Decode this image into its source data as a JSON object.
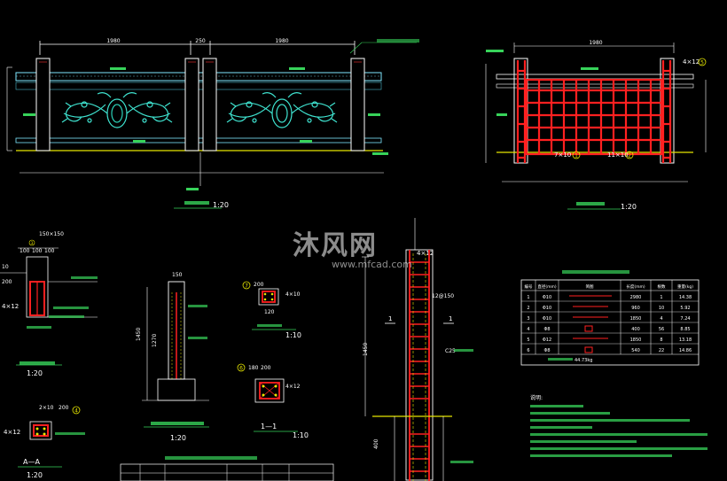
{
  "elevation": {
    "title_scale": "1:20",
    "dim_left": "1980",
    "dim_mid": "250",
    "dim_right": "1980"
  },
  "grid_elevation": {
    "dim_top": "1980",
    "scale": "1:20",
    "label_4x12": "4×12",
    "label_7x10": "7×10",
    "label_11x10": "11×10",
    "circle_5": "5",
    "circle_1": "1",
    "circle_2": "2"
  },
  "left_details": {
    "dims_top": "150×150",
    "dim_100a": "100",
    "dim_100b": "100",
    "dim_100c": "100",
    "label_10": "10",
    "label_200": "200",
    "label_4x12": "4×12",
    "scale": "1:20",
    "aa_title": "A—A",
    "aa_scale": "1:20",
    "aa_dim": "2×10",
    "aa_200": "200",
    "aa_4x12": "4×12",
    "circle_3": "3",
    "circle_4": "4"
  },
  "post_detail": {
    "dim_150": "150",
    "dim_1450": "1450",
    "dim_1270": "1270",
    "scale": "1:20"
  },
  "small_sections": {
    "top_label": "4×10",
    "dim_200": "200",
    "dim_120": "120",
    "scale_1": "1:10",
    "bottom_label": "4×12",
    "dim_180": "180",
    "dim_200b": "200",
    "section_name": "1—1",
    "scale_2": "1:10",
    "circle_6": "6",
    "circle_7": "7"
  },
  "column_detail": {
    "top_label": "4×12",
    "mid_label": "12@150",
    "label_c25": "C25",
    "mark_1a": "1",
    "mark_1b": "1",
    "dim_side": "1450",
    "dim_bottom": "400"
  },
  "watermark": {
    "main": "沐风网",
    "sub": "www.mfcad.com"
  },
  "table": {
    "headers": [
      "编号",
      "直径(mm)",
      "简图",
      "长度(mm)",
      "根数",
      "重量(kg)"
    ],
    "rows": [
      [
        "1",
        "Φ10",
        "",
        "2980",
        "1",
        "14.38"
      ],
      [
        "2",
        "Φ10",
        "",
        "960",
        "10",
        "5.92"
      ],
      [
        "3",
        "Φ10",
        "",
        "1850",
        "4",
        "7.24"
      ],
      [
        "4",
        "Φ8",
        "",
        "400",
        "56",
        "8.85"
      ],
      [
        "5",
        "Φ12",
        "",
        "1850",
        "8",
        "13.18"
      ],
      [
        "6",
        "Φ8",
        "",
        "540",
        "22",
        "14.86"
      ]
    ],
    "total": "44.73kg"
  },
  "notes": {
    "title": "说明:"
  }
}
